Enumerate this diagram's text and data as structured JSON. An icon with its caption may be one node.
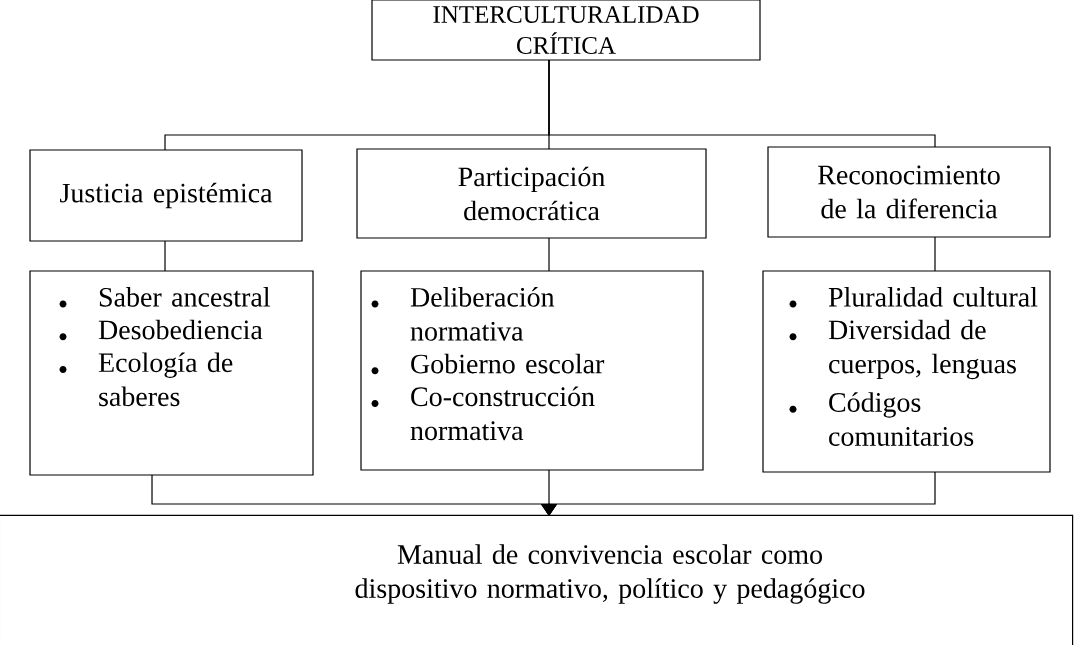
{
  "diagram": {
    "nodes": [
      {
        "text": [
          "INTERCULTURALIDAD CRÍTICA"
        ]
      },
      {
        "text": [
          "Justicia epistémica"
        ]
      },
      {
        "text": [
          "Participación democrática"
        ]
      },
      {
        "text": [
          "Reconocimiento de la diferencia"
        ]
      },
      {
        "text": [
          "Saber ancestral",
          "Desobediencia",
          "Ecología de saberes"
        ]
      },
      {
        "text": [
          "Deliberación normativa",
          "Gobierno escolar",
          "Co-construcción normativa"
        ]
      },
      {
        "text": [
          "Pluralidad cultural",
          "Diversidad de cuerpos, lenguas",
          "Códigos comunitarios"
        ]
      },
      {
        "text": [
          "Manual de convivencia escolar como dispositivo normativo, político y pedagógico"
        ]
      }
    ],
    "edges": [
      {
        "from": 0,
        "to": 1,
        "arrow": "none"
      },
      {
        "from": 0,
        "to": 2,
        "arrow": "none"
      },
      {
        "from": 0,
        "to": 3,
        "arrow": "none"
      },
      {
        "from": 1,
        "to": 4,
        "arrow": "none"
      },
      {
        "from": 2,
        "to": 5,
        "arrow": "none"
      },
      {
        "from": 3,
        "to": 6,
        "arrow": "none"
      },
      {
        "from": 4,
        "to": 7,
        "arrow": "to"
      },
      {
        "from": 5,
        "to": 7,
        "arrow": "to"
      },
      {
        "from": 6,
        "to": 7,
        "arrow": "to"
      }
    ]
  }
}
